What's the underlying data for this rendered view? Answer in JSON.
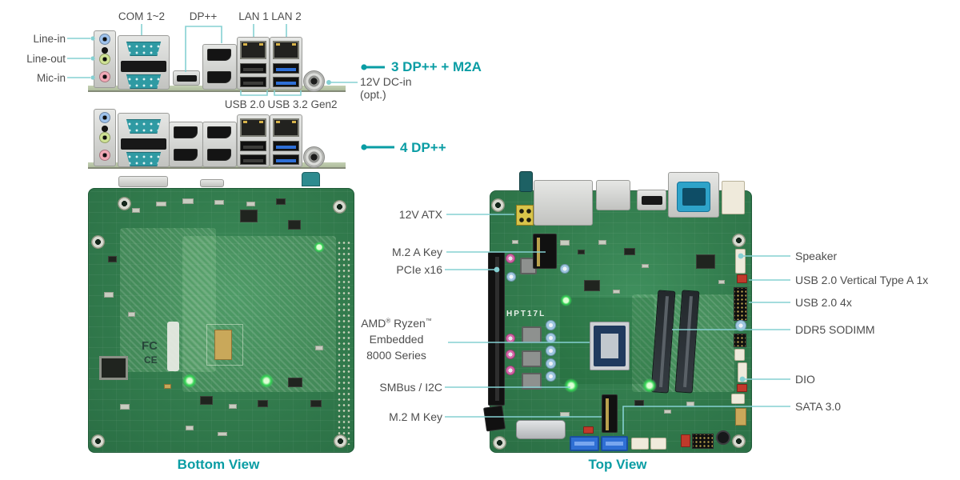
{
  "accent_colors": {
    "teal": "#0a9da4",
    "callout_line": "#85d0d2",
    "label_text": "#4d4d4d",
    "pcb_green": "#2f7b4c"
  },
  "io_labels": {
    "line_in": "Line-in",
    "line_out": "Line-out",
    "mic_in": "Mic-in",
    "com": "COM 1~2",
    "dp": "DP++",
    "lan1": "LAN 1",
    "lan2": "LAN 2",
    "usb20": "USB 2.0",
    "usb32": "USB 3.2 Gen2",
    "sku_3dp": "3 DP++ + M2A",
    "sku_4dp": "4 DP++",
    "dc_in": "12V DC-in",
    "dc_in_note": "(opt.)"
  },
  "top_view": {
    "title": "Top View",
    "silkscreen": "HPT17L",
    "callouts_left": [
      "12V ATX",
      "M.2 A Key",
      "PCIe x16",
      "SMBus / I2C",
      "M.2 M Key"
    ],
    "cpu_callout": {
      "brand": "AMD",
      "reg": "®",
      "model": " Ryzen",
      "tm": "™",
      "line2": "Embedded",
      "line3": "8000 Series"
    },
    "callouts_right": [
      "Speaker",
      "USB 2.0 Vertical Type A 1x",
      "USB 2.0 4x",
      "DDR5 SODIMM",
      "DIO",
      "SATA 3.0"
    ]
  },
  "bottom_view": {
    "title": "Bottom View",
    "fcc_mark": "FC",
    "ce_mark": "CE"
  }
}
